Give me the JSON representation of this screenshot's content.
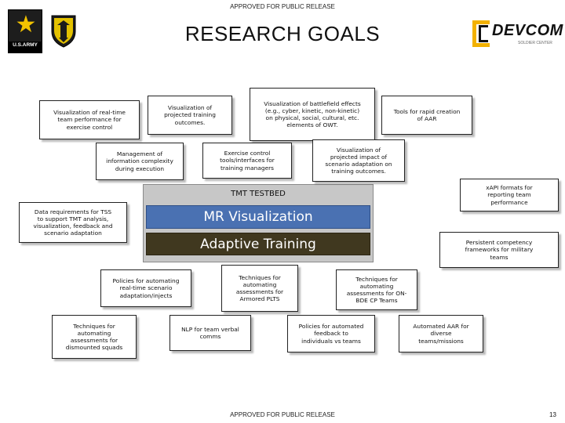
{
  "header": {
    "marking": "APPROVED FOR PUBLIC RELEASE",
    "title": "RESEARCH GOALS"
  },
  "logos": {
    "army_text": "U.S.ARMY",
    "devcom_text": "DEVCOM",
    "devcom_sub": "SOLDIER CENTER",
    "brand_colors": {
      "army_gold": "#f3c300",
      "devcom_gold": "#f2b100"
    }
  },
  "testbed": {
    "label": "TMT TESTBED",
    "mr_visualization": "MR Visualization",
    "adaptive_training": "Adaptive Training",
    "colors": {
      "mr": "#4a71b2",
      "adaptive": "#40381f",
      "background": "#c7c7c7"
    }
  },
  "goals": [
    {
      "id": "g1",
      "lines": [
        "Visualization of real-time",
        "team performance for",
        "exercise control"
      ]
    },
    {
      "id": "g2",
      "lines": [
        "Visualization of",
        "projected training",
        "outcomes."
      ]
    },
    {
      "id": "g3",
      "lines": [
        "Visualization of battlefield effects",
        "(e.g., cyber, kinetic, non-kinetic)",
        "on physical, social, cultural, etc.",
        "elements of OWT."
      ]
    },
    {
      "id": "g4",
      "lines": [
        "Tools for rapid creation",
        "of AAR"
      ]
    },
    {
      "id": "g5",
      "lines": [
        "Management of",
        "information complexity",
        "during execution"
      ]
    },
    {
      "id": "g6",
      "lines": [
        "Exercise control",
        "tools/interfaces for",
        "training managers"
      ]
    },
    {
      "id": "g7",
      "lines": [
        "Visualization of",
        "projected impact of",
        "scenario adaptation on",
        "training outcomes."
      ]
    },
    {
      "id": "g8",
      "lines": [
        "xAPI formats for",
        "reporting team",
        "performance"
      ]
    },
    {
      "id": "g9",
      "lines": [
        "Data requirements for TSS",
        "to support TMT analysis,",
        "visualization, feedback and",
        "scenario adaptation"
      ]
    },
    {
      "id": "g10",
      "lines": [
        "Persistent competency",
        "frameworks for military",
        "teams"
      ]
    },
    {
      "id": "g11",
      "lines": [
        "Policies for automating",
        "real-time scenario",
        "adaptation/injects"
      ]
    },
    {
      "id": "g12",
      "lines": [
        "Techniques for",
        "automating",
        "assessments for",
        "Armored PLTS"
      ]
    },
    {
      "id": "g13",
      "lines": [
        "Techniques for",
        "automating",
        "assessments for ON-",
        "BDE CP Teams"
      ]
    },
    {
      "id": "g14",
      "lines": [
        "Techniques for",
        "automating",
        "assessments for",
        "dismounted squads"
      ]
    },
    {
      "id": "g15",
      "lines": [
        "NLP for team verbal",
        "comms"
      ]
    },
    {
      "id": "g16",
      "lines": [
        "Policies for automated",
        "feedback to",
        "individuals vs teams"
      ]
    },
    {
      "id": "g17",
      "lines": [
        "Automated AAR for",
        "diverse",
        "teams/missions"
      ]
    }
  ],
  "footer": {
    "marking": "APPROVED FOR PUBLIC RELEASE",
    "page_number": "13"
  }
}
